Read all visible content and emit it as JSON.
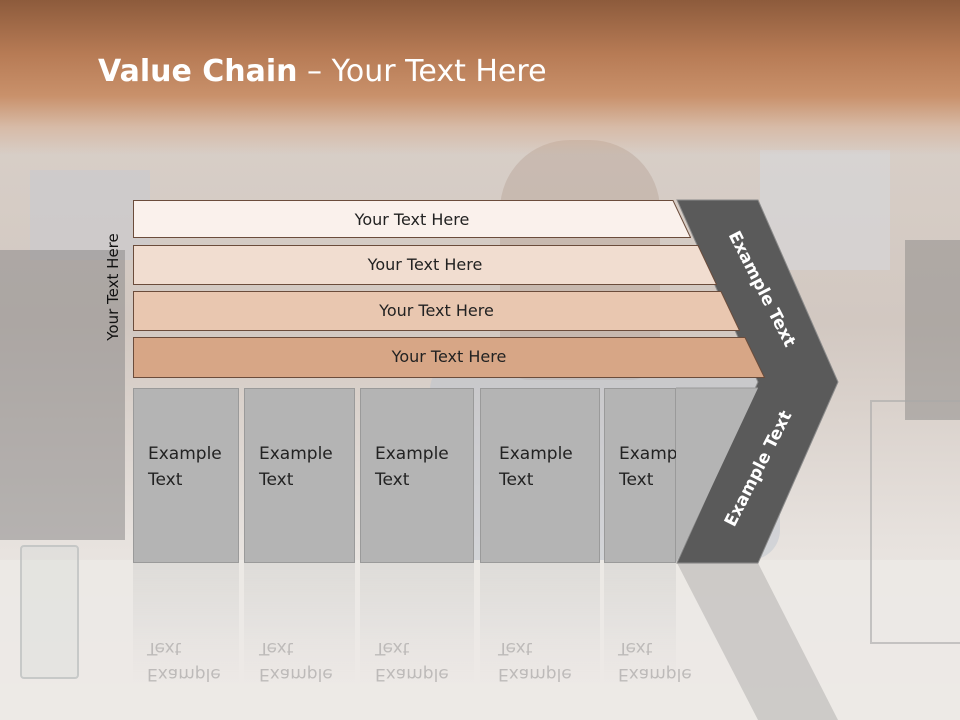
{
  "slide": {
    "title_bold": "Value Chain",
    "title_rest": " – Your Text Here",
    "side_label": "Your Text Here"
  },
  "bars": [
    {
      "label": "Your Text Here",
      "color": "#faf1ec"
    },
    {
      "label": "Your Text Here",
      "color": "#f1ddd0"
    },
    {
      "label": "Your Text Here",
      "color": "#e9c7b0"
    },
    {
      "label": "Your Text Here",
      "color": "#d7a686"
    }
  ],
  "columns": [
    {
      "line1": "Example",
      "line2": "Text"
    },
    {
      "line1": "Example",
      "line2": "Text"
    },
    {
      "line1": "Example",
      "line2": "Text"
    },
    {
      "line1": "Example",
      "line2": "Text"
    },
    {
      "line1": "Example",
      "line2": "Text"
    }
  ],
  "arrow": {
    "upper_label": "Example Text",
    "lower_label": "Example Text",
    "color": "#5a5a5a"
  },
  "colors": {
    "bar_border": "#6b4c3b",
    "column_fill": "#b4b4b4"
  }
}
